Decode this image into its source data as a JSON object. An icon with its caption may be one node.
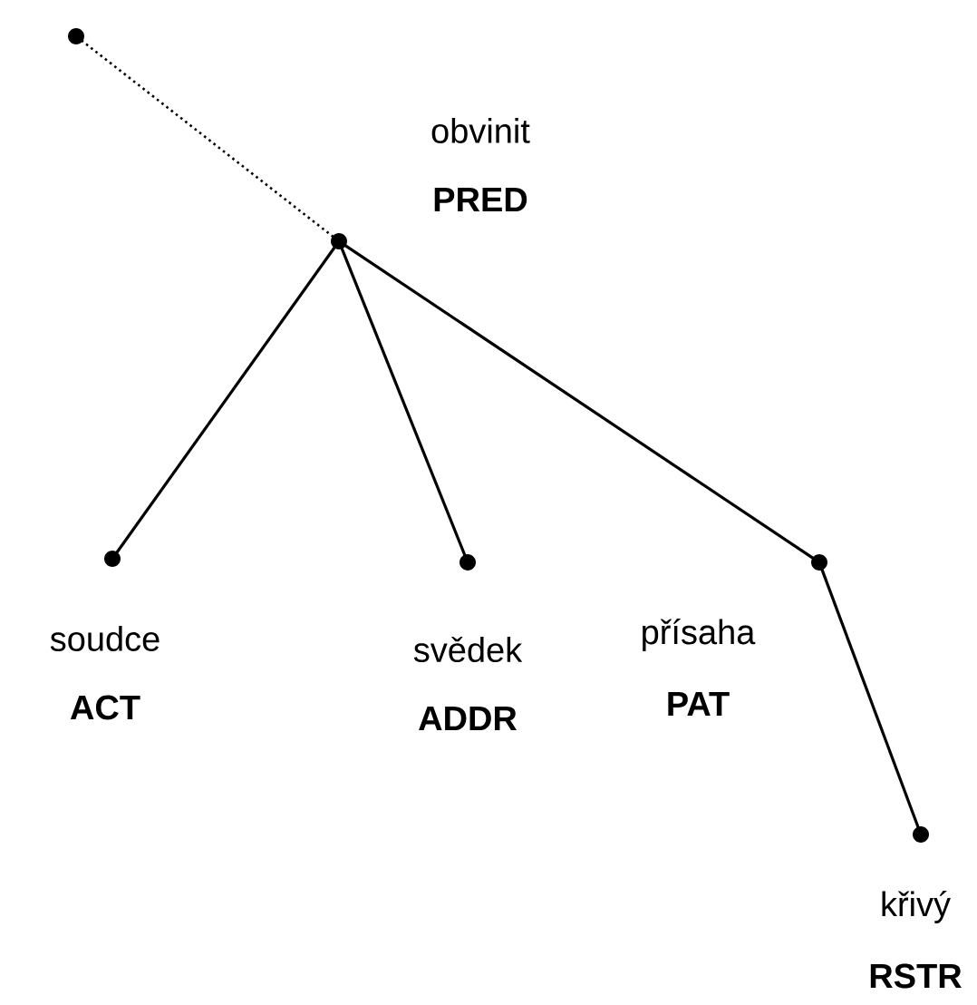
{
  "diagram": {
    "nodes": [
      {
        "text": [],
        "shape": "circle"
      },
      {
        "text": [
          "obvinit",
          "PRED"
        ]
      },
      {
        "text": [
          "soudce",
          "ACT"
        ]
      },
      {
        "text": [
          "svědek",
          "ADDR"
        ]
      },
      {
        "text": [
          "přísaha",
          "PAT"
        ]
      },
      {
        "text": [
          "křivý",
          "RSTR"
        ]
      }
    ],
    "edges": [
      {
        "from": 0,
        "to": 1,
        "arrow": "none",
        "style": "dashed"
      },
      {
        "from": 1,
        "to": 2,
        "arrow": "none"
      },
      {
        "from": 1,
        "to": 3,
        "arrow": "none"
      },
      {
        "from": 1,
        "to": 4,
        "arrow": "none"
      },
      {
        "from": 4,
        "to": 5,
        "arrow": "none"
      }
    ]
  }
}
